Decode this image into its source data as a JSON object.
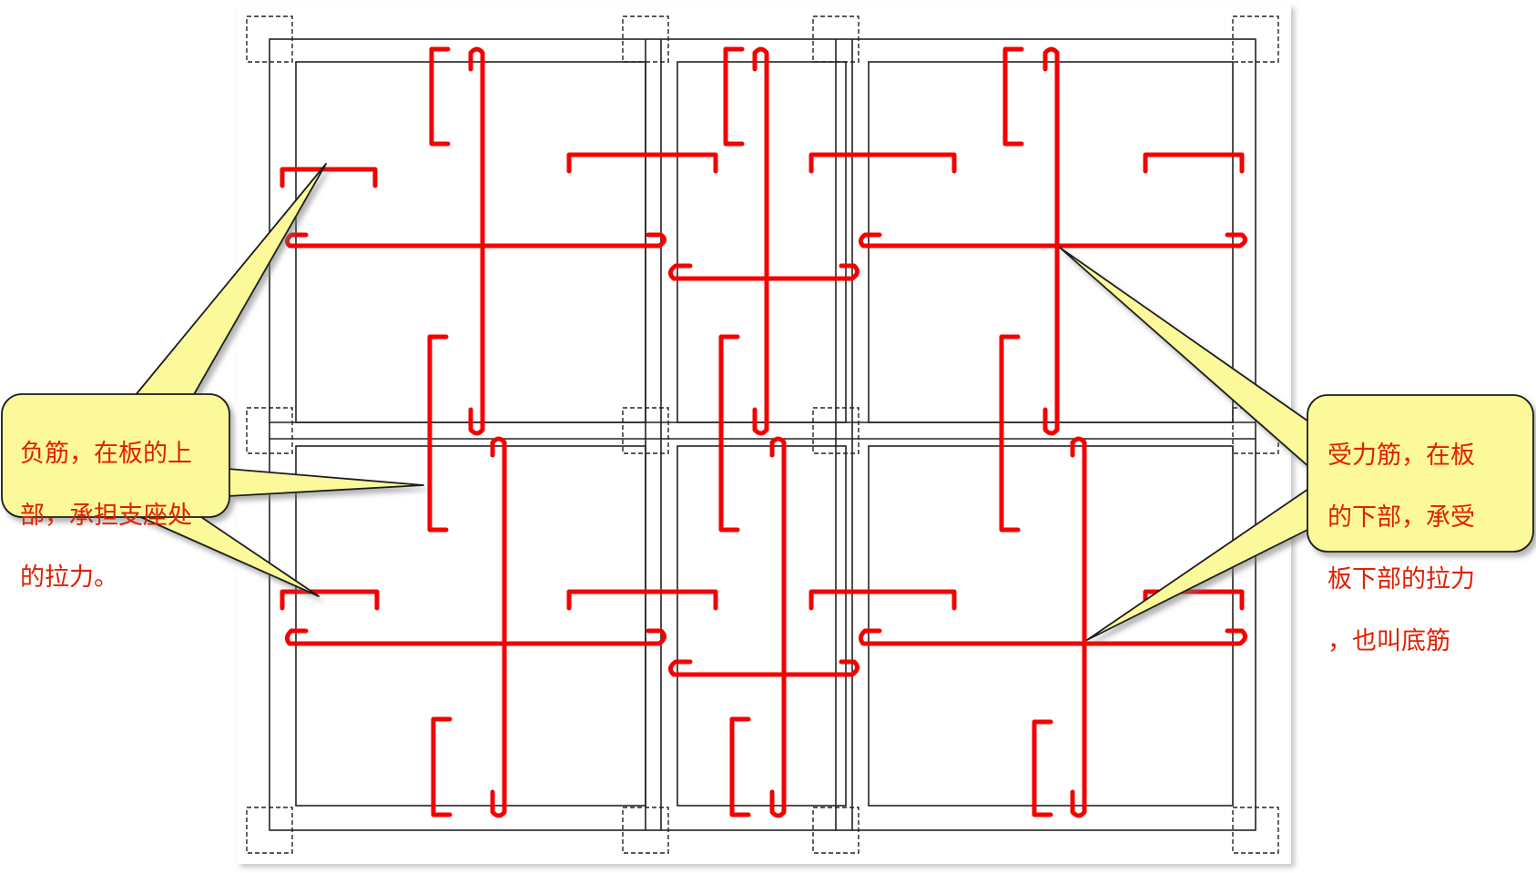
{
  "colors": {
    "rebar": "#f40000",
    "outline": "#222222",
    "callout_fill": "#fcf99a",
    "callout_border": "#1a1a1a",
    "callout_text": "#e02000",
    "paper_shadow": "#d9d9d9"
  },
  "callouts": {
    "negative_rebar": {
      "lines": [
        "负筋，在板的上",
        "部，承担支座处",
        "的拉力。"
      ]
    },
    "main_rebar": {
      "lines": [
        "受力筋，在板",
        "的下部，承受",
        "板下部的拉力",
        "，也叫底筋"
      ]
    }
  },
  "icons": {
    "leader_tail": "triangle-pointer-icon"
  }
}
